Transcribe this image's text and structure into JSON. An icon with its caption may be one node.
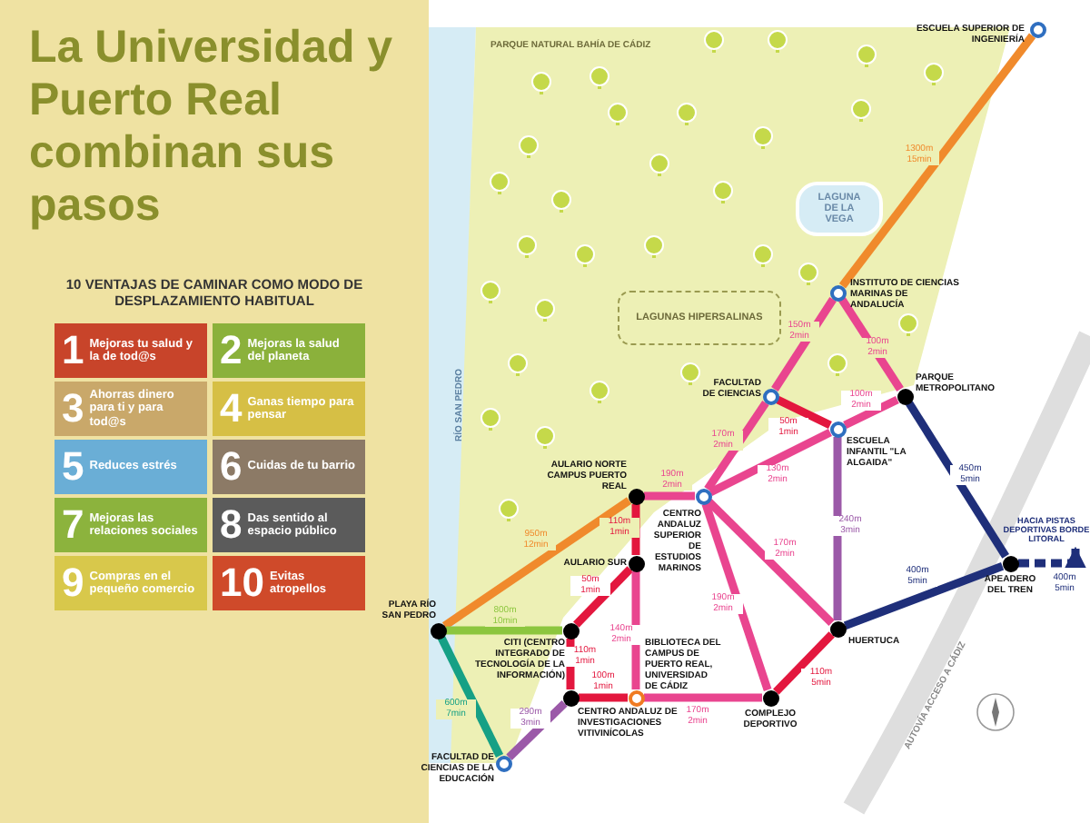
{
  "diagram": {
    "title": "La Universidad y Puerto Real combinan sus pasos",
    "nodes": [
      {
        "text": [
          "1",
          "Mejoras tu salud y la de tod@s"
        ]
      },
      {
        "text": [
          "2",
          "Mejoras la salud del planeta"
        ]
      },
      {
        "text": [
          "3",
          "Ahorras dinero para ti y para tod@s"
        ]
      },
      {
        "text": [
          "4",
          "Ganas tiempo para pensar"
        ]
      },
      {
        "text": [
          "5",
          "Reduces estrés"
        ]
      },
      {
        "text": [
          "6",
          "Cuidas de tu barrio"
        ]
      },
      {
        "text": [
          "7",
          "Mejoras las relaciones sociales"
        ]
      },
      {
        "text": [
          "8",
          "Das sentido al espacio público"
        ]
      },
      {
        "text": [
          "9",
          "Compras en el pequeño comercio"
        ]
      },
      {
        "text": [
          "10",
          "Evitas atropellos"
        ]
      },
      {
        "text": [],
        "shape": "circle",
        "beside": [
          "ESCUELA SUPERIOR DE INGENIERÍA"
        ]
      },
      {
        "text": [],
        "shape": "circle",
        "beside": [
          "INSTITUTO DE CIENCIAS MARINAS DE ANDALUCÍA"
        ]
      },
      {
        "text": [],
        "shape": "circle",
        "beside": [
          "FACULTAD DE CIENCIAS"
        ]
      },
      {
        "text": [],
        "shape": "circle",
        "beside": [
          "PARQUE METROPOLITANO"
        ]
      },
      {
        "text": [],
        "shape": "circle",
        "beside": [
          "ESCUELA INFANTIL \"LA ALGAIDA\""
        ]
      },
      {
        "text": [],
        "shape": "circle",
        "beside": [
          "AULARIO NORTE CAMPUS PUERTO REAL"
        ]
      },
      {
        "text": [],
        "shape": "circle",
        "beside": [
          "CENTRO ANDALUZ SUPERIOR DE ESTUDIOS MARINOS"
        ]
      },
      {
        "text": [],
        "shape": "circle",
        "beside": [
          "AULARIO SUR"
        ]
      },
      {
        "text": [],
        "shape": "circle",
        "beside": [
          "PLAYA RÍO SAN PEDRO"
        ]
      },
      {
        "text": [],
        "shape": "circle",
        "beside": [
          "CITI (CENTRO INTEGRADO DE TECNOLOGÍA DE LA INFORMACIÓN)"
        ]
      },
      {
        "text": [],
        "shape": "circle",
        "beside": [
          "HUERTUCA"
        ]
      },
      {
        "text": [],
        "shape": "circle",
        "beside": [
          "APEADERO DEL TREN"
        ]
      },
      {
        "text": [],
        "shape": "circle",
        "beside": [
          "CENTRO ANDALUZ DE INVESTIGACIONES VITIVINÍCOLAS"
        ]
      },
      {
        "text": [],
        "shape": "circle",
        "beside": [
          "BIBLIOTECA DEL CAMPUS DE PUERTO REAL, UNIVERSIDAD DE CÁDIZ"
        ]
      },
      {
        "text": [],
        "shape": "circle",
        "beside": [
          "COMPLEJO DEPORTIVO"
        ]
      },
      {
        "text": [],
        "shape": "circle",
        "beside": [
          "FACULTAD DE CIENCIAS DE LA EDUCACIÓN"
        ]
      },
      {
        "text": [
          "LAGUNA DE LA VEGA"
        ]
      },
      {
        "text": [
          "LAGUNAS HIPERSALINAS"
        ]
      },
      {
        "text": [
          "HACIA PISTAS DEPORTIVAS BORDE LITORAL"
        ]
      }
    ],
    "edges": [
      {
        "from": 10,
        "to": 11,
        "arrow": "none",
        "label": "1300m 15min",
        "color": "#f08a2c"
      },
      {
        "from": 11,
        "to": 12,
        "arrow": "none",
        "label": "150m 2min"
      },
      {
        "from": 11,
        "to": 13,
        "arrow": "none",
        "label": "100m 2min"
      },
      {
        "from": 12,
        "to": 14,
        "arrow": "none",
        "label": "50m 1min",
        "color": "#e3173e"
      },
      {
        "from": 14,
        "to": 13,
        "arrow": "none",
        "label": "100m 2min"
      },
      {
        "from": 12,
        "to": 16,
        "arrow": "none",
        "label": "170m 2min"
      },
      {
        "from": 16,
        "to": 14,
        "arrow": "none",
        "label": "130m 2min"
      },
      {
        "from": 15,
        "to": 16,
        "arrow": "none",
        "label": "190m 2min"
      },
      {
        "from": 15,
        "to": 18,
        "arrow": "none",
        "label": "950m 12min",
        "color": "#f08a2c"
      },
      {
        "from": 13,
        "to": 21,
        "arrow": "none",
        "label": "450m 5min",
        "color": "#1f2f7a"
      },
      {
        "from": 14,
        "to": 20,
        "arrow": "none",
        "label": "240m 3min",
        "color": "#9b59a8"
      },
      {
        "from": 15,
        "to": 17,
        "arrow": "none",
        "label": "110m 1min",
        "color": "#e3173e"
      },
      {
        "from": 17,
        "to": 19,
        "arrow": "none",
        "label": "50m 1min",
        "color": "#e3173e"
      },
      {
        "from": 19,
        "to": 18,
        "arrow": "none",
        "label": "800m 10min",
        "color": "#8cc63f"
      },
      {
        "from": 17,
        "to": 23,
        "arrow": "none",
        "label": "140m 2min"
      },
      {
        "from": 16,
        "to": 24,
        "arrow": "none",
        "label": "190m 2min"
      },
      {
        "from": 16,
        "to": 20,
        "arrow": "none",
        "label": "170m 2min"
      },
      {
        "from": 19,
        "to": 22,
        "arrow": "none",
        "label": "110m 1min",
        "color": "#e3173e"
      },
      {
        "from": 22,
        "to": 23,
        "arrow": "none",
        "label": "100m 1min",
        "color": "#e3173e"
      },
      {
        "from": 23,
        "to": 24,
        "arrow": "none",
        "label": "170m 2min"
      },
      {
        "from": 24,
        "to": 20,
        "arrow": "none",
        "label": "110m 5min",
        "color": "#e3173e"
      },
      {
        "from": 20,
        "to": 21,
        "arrow": "none",
        "label": "400m 5min",
        "color": "#1f2f7a"
      },
      {
        "from": 18,
        "to": 25,
        "arrow": "none",
        "label": "600m 7min",
        "color": "#16a085"
      },
      {
        "from": 22,
        "to": 25,
        "arrow": "none",
        "label": "290m 3min",
        "color": "#9b59a8"
      },
      {
        "from": 21,
        "to": 28,
        "arrow": "to",
        "label": "400m 5min",
        "style": "dashed",
        "color": "#1f2f7a"
      }
    ],
    "labels": [
      "10 VENTAJAS DE CAMINAR COMO MODO DE DESPLAZAMIENTO HABITUAL",
      "PARQUE NATURAL BAHÍA DE CÁDIZ",
      "RÍO SAN PEDRO",
      "AUTOVÍA ACCESO A CÁDIZ"
    ]
  }
}
